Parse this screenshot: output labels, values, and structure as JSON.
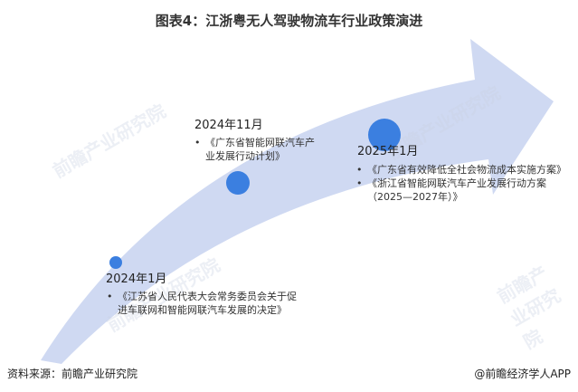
{
  "title": "图表4：江浙粤无人驾驶物流车行业政策演进",
  "colors": {
    "arrow": "#cfd9f2",
    "dot": "#3b7fe0"
  },
  "milestones": [
    {
      "date": "2024年1月",
      "items": [
        "《江苏省人民代表大会常务委员会关于促进车联网和智能网联汽车发展的决定》"
      ]
    },
    {
      "date": "2024年11月",
      "items": [
        "《广东省智能网联汽车产业发展行动计划》"
      ]
    },
    {
      "date": "2025年1月",
      "items": [
        "《广东省有效降低全社会物流成本实施方案》",
        "《浙江省智能网联汽车产业发展行动方案（2025—2027年）》"
      ]
    }
  ],
  "watermark": "前瞻产业研究院",
  "footer": {
    "source": "资料来源：前瞻产业研究院",
    "brand": "@前瞻经济学人APP"
  }
}
